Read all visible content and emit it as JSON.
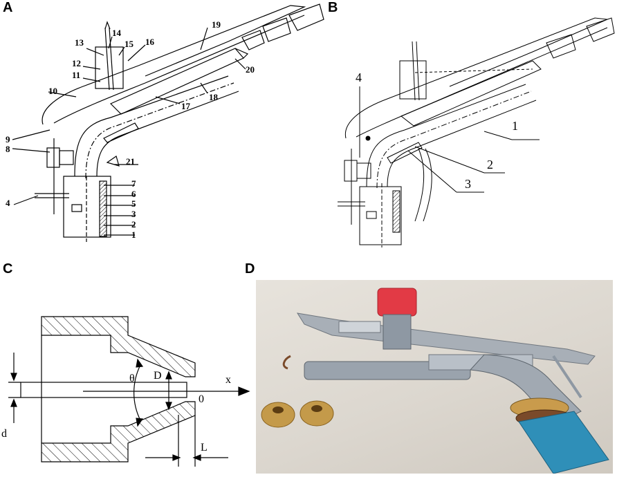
{
  "panels": {
    "a": {
      "letter": "A",
      "labels": [
        "1",
        "2",
        "3",
        "4",
        "5",
        "6",
        "7",
        "8",
        "9",
        "10",
        "11",
        "12",
        "13",
        "14",
        "15",
        "16",
        "17",
        "18",
        "19",
        "20",
        "21"
      ]
    },
    "b": {
      "letter": "B",
      "labels": [
        "1",
        "2",
        "3",
        "4"
      ]
    },
    "c": {
      "letter": "C",
      "symbols": {
        "theta": "θ",
        "D": "D",
        "x": "x",
        "origin": "0",
        "d": "d",
        "L": "L"
      }
    },
    "d": {
      "letter": "D"
    }
  },
  "colors": {
    "line": "#000000",
    "nozzle_cap": "#e23a45",
    "body_metal": "#9aa3ad",
    "brass": "#c49a4a",
    "hose": "#2f8fb8"
  }
}
